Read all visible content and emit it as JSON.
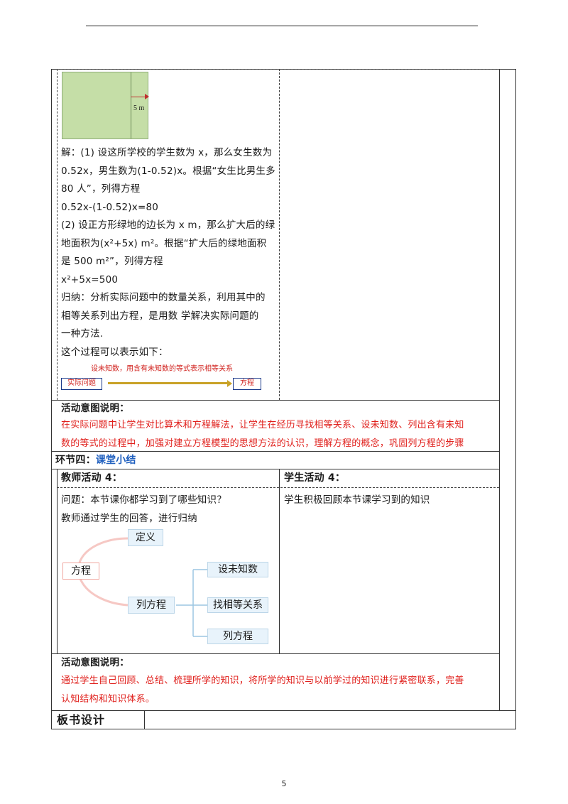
{
  "page_number": "5",
  "example_solution": {
    "figure_label": "5 m",
    "lines": [
      "解：(1) 设这所学校的学生数为 x，那么女生数为",
      "0.52x，男生数为(1-0.52)x。根据“女生比男生多",
      "80 人”，列得方程",
      "0.52x-(1-0.52)x=80",
      "(2) 设正方形绿地的边长为 x  m，那么扩大后的绿",
      "地面积为(x²+5x) m²。根据“扩大后的绿地面积",
      "是 500 m²”，列得方程",
      "x²+5x=500",
      "归纳：分析实际问题中的数量关系，利用其中的",
      "相等关系列出方程，是用数  学解决实际问题的",
      "一种方法.",
      "这个过程可以表示如下："
    ],
    "flow": {
      "caption": "设未知数，用含有未知数的等式表示相等关系",
      "left_box": "实际问题",
      "right_box": "方程"
    }
  },
  "intent_1": {
    "heading": "活动意图说明：",
    "lines": [
      "在实际问题中让学生对比算术和方程解法，让学生在经历寻找相等关系、设未知数、列出含有未知",
      "数的等式的过程中，加强对建立方程模型的思想方法的认识，理解方程的概念，巩固列方程的步骤"
    ]
  },
  "section4": {
    "label": "环节四：",
    "title": "课堂小结"
  },
  "teacher4": {
    "heading": "教师活动 4：",
    "lines": [
      "问题：本节课你都学习到了哪些知识？",
      "教师通过学生的回答，进行归纳"
    ],
    "mindmap": {
      "root": "方程",
      "definition": "定义",
      "equation": "列方程",
      "steps": [
        "设未知数",
        "找相等关系",
        "列方程"
      ]
    }
  },
  "student4": {
    "heading": "学生活动 4：",
    "lines": [
      "学生积极回顾本节课学习到的知识"
    ]
  },
  "intent_2": {
    "heading": "活动意图说明：",
    "lines": [
      "通过学生自己回顾、总结、梳理所学的知识，将所学的知识与以前学过的知识进行紧密联系，完善",
      "认知结构和知识体系。"
    ]
  },
  "board_design": {
    "label": "板书设计"
  },
  "colors": {
    "red_text": "#e0201c",
    "blue_title": "#1f5fbf",
    "green_plot": "#c5dea7"
  }
}
